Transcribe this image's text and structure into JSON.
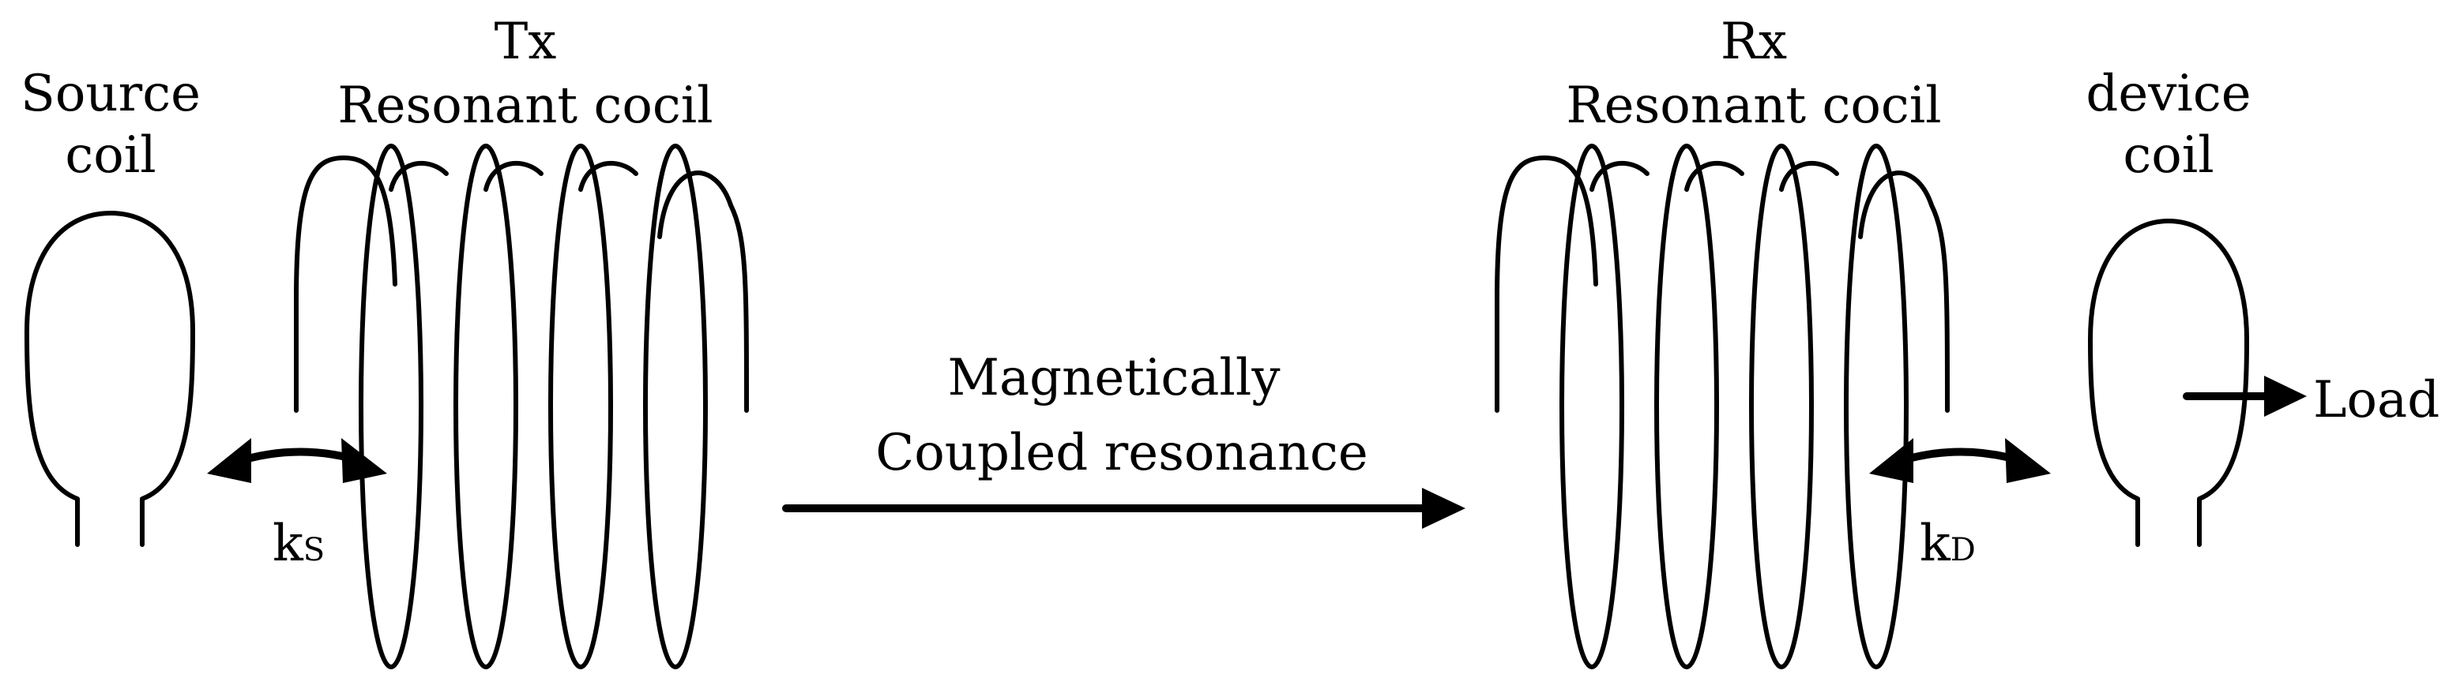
{
  "labels": {
    "source_line1": "Source",
    "source_line2": "coil",
    "tx_line1": "Tx",
    "tx_line2": "Resonant cocil",
    "rx_line1": "Rx",
    "rx_line2": "Resonant cocil",
    "device_line1": "device",
    "device_line2": "coil",
    "middle_line1": "Magnetically",
    "middle_line2": "Coupled resonance",
    "load": "Load",
    "ks_main": "k",
    "ks_sub": "S",
    "kd_main": "k",
    "kd_sub": "D"
  }
}
